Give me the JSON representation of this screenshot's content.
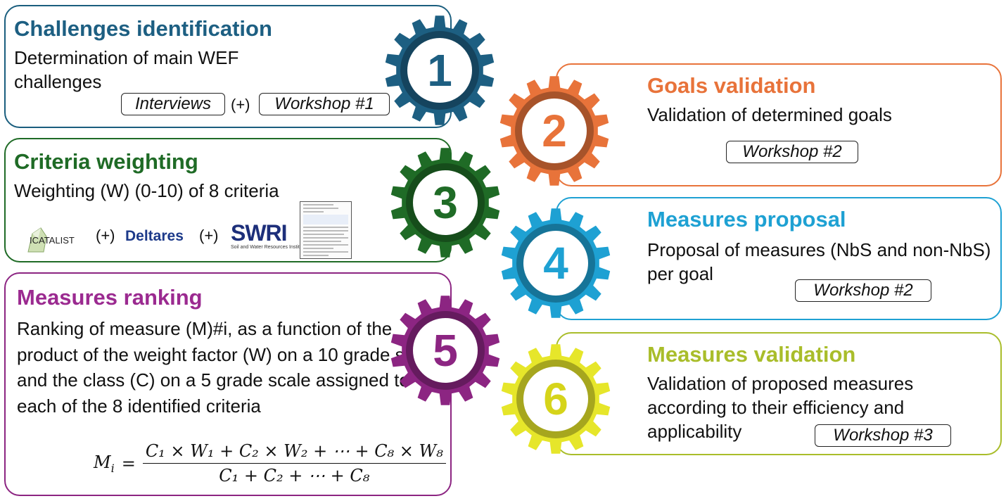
{
  "steps": [
    {
      "number": "1",
      "title": "Challenges identification",
      "description": "Determination of main WEF challenges",
      "color": "#1d5f82",
      "gear_color": "#1d5f82",
      "tags": [
        "Interviews",
        "Workshop #1"
      ],
      "plus": "(+)"
    },
    {
      "number": "2",
      "title": "Goals validation",
      "description": "Validation of determined goals",
      "color": "#e8733a",
      "gear_color": "#e8733a",
      "tags": [
        "Workshop #2"
      ]
    },
    {
      "number": "3",
      "title": "Criteria weighting",
      "description": "Weighting (W) (0-10) of 8 criteria",
      "color": "#1f6b26",
      "gear_color": "#1f6b26",
      "logos": [
        "ICATALIST",
        "Deltares",
        "SWRI"
      ],
      "swri_subtitle": "Soil and Water Resources Institute",
      "plus": "(+)"
    },
    {
      "number": "4",
      "title": "Measures proposal",
      "description": "Proposal of measures (NbS and non-NbS) per goal",
      "color": "#1ea1d3",
      "gear_color": "#1ea1d3",
      "tags": [
        "Workshop #2"
      ]
    },
    {
      "number": "5",
      "title": "Measures ranking",
      "description": "Ranking of measure (M)#i, as a function of the product of the weight factor (W) on a 10 grade scale and the class (C) on a 5 grade scale assigned to each of the 8 identified criteria",
      "color": "#9b2a90",
      "gear_color": "#8c2582",
      "formula": {
        "lhs": "M",
        "lhs_sub": "i",
        "equals": "=",
        "numerator": "C₁ × W₁ + C₂ × W₂ + ⋯ + C₈ × W₈",
        "denominator": "C₁ + C₂ + ⋯ + C₈"
      }
    },
    {
      "number": "6",
      "title": "Measures validation",
      "description": "Validation of proposed measures according to their efficiency and applicability",
      "color": "#a9bd2a",
      "gear_color": "#e6e62a",
      "tags": [
        "Workshop #3"
      ]
    }
  ],
  "icons": [
    "gear-icon",
    "icatalist-logo",
    "deltares-logo",
    "swri-logo",
    "document-thumbnail"
  ]
}
